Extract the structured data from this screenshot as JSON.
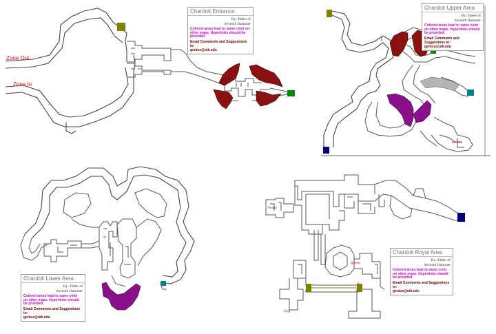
{
  "colors": {
    "red_area": "#8b1010",
    "purple_area": "#8b108b",
    "olive_portal": "#7f7f00",
    "green_portal": "#008800",
    "teal_portal": "#008080",
    "navy_portal": "#000080",
    "gray_area": "#b4b4b4"
  },
  "maps": [
    {
      "title": "Chardok Entrance",
      "by_line_1": "By: Elden of",
      "by_line_2": "Seventh Hammer",
      "colored_note": "Colored areas lead to same color on other maps. Hyperlinks should be provided.",
      "email_label": "Email Comments and Suggestions to:",
      "email": "genius@utk.edu"
    },
    {
      "title": "Chardok Upper Area",
      "by_line_1": "By: Elden of",
      "by_line_2": "Seventh Hammer",
      "colored_note": "Colored areas lead to same color on other maps. Hyperlinks should be provided.",
      "email_label": "Email Comments and Suggestions to:",
      "email": "genius@utk.edu"
    },
    {
      "title": "Chardok Lower Area",
      "by_line_1": "By: Elden of",
      "by_line_2": "Seventh Hammer",
      "colored_note": "Colored areas lead to same color on other maps. Hyperlinks should be provided.",
      "email_label": "Email Comments and Suggestions to:",
      "email": "genius@utk.edu"
    },
    {
      "title": "Chardok Royal Area",
      "by_line_1": "By: Elden of",
      "by_line_2": "Seventh Hammer",
      "colored_note": "Colored areas lead to same color on other maps. Hyperlinks should be provided.",
      "email_label": "Email Comments and Suggestions to:",
      "email": "genius@utk.edu"
    }
  ],
  "labels": {
    "zone_out": "Zone Out",
    "zone_in": "Zone In",
    "kennel": "Kennel",
    "prison": "Prison",
    "queen": "Queen",
    "king": "King"
  }
}
